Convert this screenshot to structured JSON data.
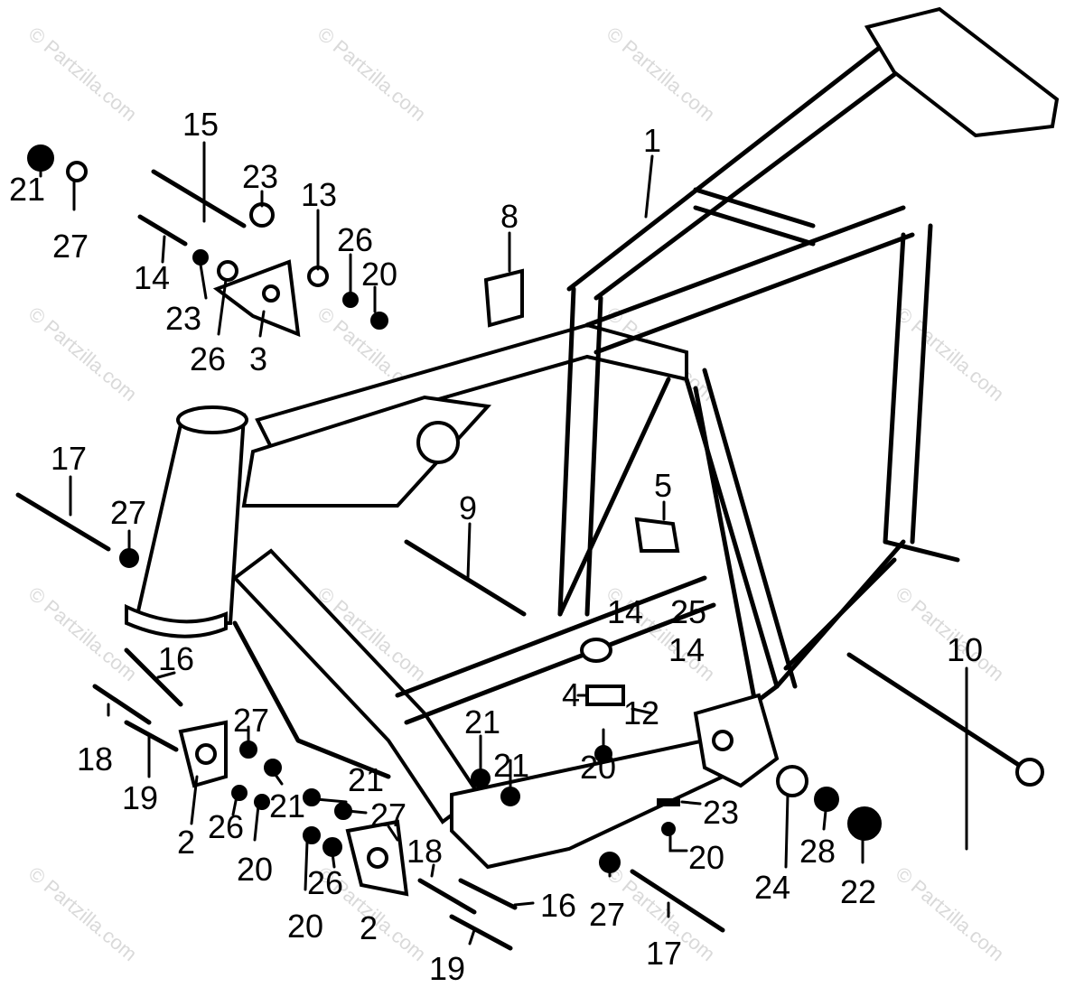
{
  "watermark": "© Partzilla.com",
  "callouts": [
    {
      "id": "c15a",
      "text": "15"
    },
    {
      "id": "c21a",
      "text": "21"
    },
    {
      "id": "c27a",
      "text": "27"
    },
    {
      "id": "c23a",
      "text": "23"
    },
    {
      "id": "c13",
      "text": "13"
    },
    {
      "id": "c14a",
      "text": "14"
    },
    {
      "id": "c26a",
      "text": "26"
    },
    {
      "id": "c20a",
      "text": "20"
    },
    {
      "id": "c23b",
      "text": "23"
    },
    {
      "id": "c26b",
      "text": "26"
    },
    {
      "id": "c3",
      "text": "3"
    },
    {
      "id": "c8",
      "text": "8"
    },
    {
      "id": "c1",
      "text": "1"
    },
    {
      "id": "c17a",
      "text": "17"
    },
    {
      "id": "c27b",
      "text": "27"
    },
    {
      "id": "c9",
      "text": "9"
    },
    {
      "id": "c5",
      "text": "5"
    },
    {
      "id": "c14b",
      "text": "14"
    },
    {
      "id": "c25",
      "text": "25"
    },
    {
      "id": "c14c",
      "text": "14"
    },
    {
      "id": "c10",
      "text": "10"
    },
    {
      "id": "c16a",
      "text": "16"
    },
    {
      "id": "c4",
      "text": "4"
    },
    {
      "id": "c12",
      "text": "12"
    },
    {
      "id": "c18a",
      "text": "18"
    },
    {
      "id": "c27c",
      "text": "27"
    },
    {
      "id": "c21b",
      "text": "21"
    },
    {
      "id": "c21c",
      "text": "21"
    },
    {
      "id": "c20b",
      "text": "20"
    },
    {
      "id": "c19a",
      "text": "19"
    },
    {
      "id": "c21d",
      "text": "21"
    },
    {
      "id": "c21e",
      "text": "21"
    },
    {
      "id": "c2a",
      "text": "2"
    },
    {
      "id": "c26c",
      "text": "26"
    },
    {
      "id": "c27d",
      "text": "27"
    },
    {
      "id": "c23c",
      "text": "23"
    },
    {
      "id": "c20c",
      "text": "20"
    },
    {
      "id": "c18b",
      "text": "18"
    },
    {
      "id": "c20d",
      "text": "20"
    },
    {
      "id": "c26d",
      "text": "26"
    },
    {
      "id": "c24",
      "text": "24"
    },
    {
      "id": "c28",
      "text": "28"
    },
    {
      "id": "c22",
      "text": "22"
    },
    {
      "id": "c16b",
      "text": "16"
    },
    {
      "id": "c20e",
      "text": "20"
    },
    {
      "id": "c2b",
      "text": "2"
    },
    {
      "id": "c27e",
      "text": "27"
    },
    {
      "id": "c17b",
      "text": "17"
    },
    {
      "id": "c19b",
      "text": "19"
    }
  ]
}
